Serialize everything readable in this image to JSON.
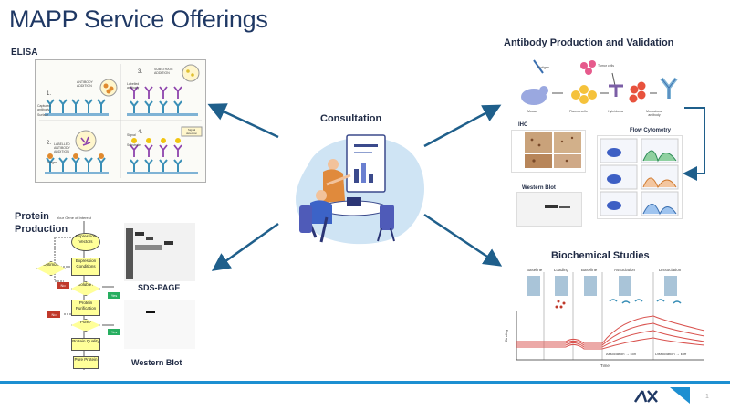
{
  "slide": {
    "title": "MAPP Service Offerings",
    "page_number": "1"
  },
  "elisa": {
    "label": "ELISA",
    "steps": [
      "1.",
      "2.",
      "3.",
      "4."
    ],
    "captions": [
      "ANTIBODY ADDITION",
      "Captured antibody",
      "Surface",
      "LABELLED ANTIBODY ADDITION",
      "Antigen",
      "SUBSTRATE ADDITION",
      "Labelled antibody",
      "Signal",
      "Substrate",
      "Signal detection"
    ]
  },
  "consultation": {
    "label": "Consultation"
  },
  "antibody": {
    "label": "Antibody Production and Validation",
    "pipeline_captions": [
      "Antigen",
      "Tumor cells",
      "Mouse",
      "Plasma cells",
      "Hybridoma",
      "Monoclonal antibody"
    ],
    "ihc_label": "IHC",
    "flow_label": "Flow Cytometry",
    "wb_label": "Western Blot"
  },
  "protein": {
    "label_line1": "Protein",
    "label_line2": "Production",
    "start_caption": "Your Gene of Interest",
    "flow": [
      "Expression Vectors",
      "Expression Conditions",
      "Optimize",
      "Soluble?",
      "Protein Purification",
      "Pure?",
      "Protein Quality",
      "Pure Protein"
    ],
    "yes": "Yes",
    "no": "No",
    "sds_label": "SDS-PAGE",
    "wb_label": "Western Blot"
  },
  "biochem": {
    "label": "Biochemical Studies",
    "phases": [
      "Baseline",
      "Loading",
      "Baseline",
      "Association",
      "Dissociation"
    ],
    "ylabel": "Binding",
    "xlabel": "Time",
    "assoc_caption": "Association → kon",
    "dissoc_caption": "Dissociation → koff"
  },
  "colors": {
    "title": "#1f3864",
    "arrow": "#1f5f8b",
    "accent": "#1d8fd1"
  }
}
